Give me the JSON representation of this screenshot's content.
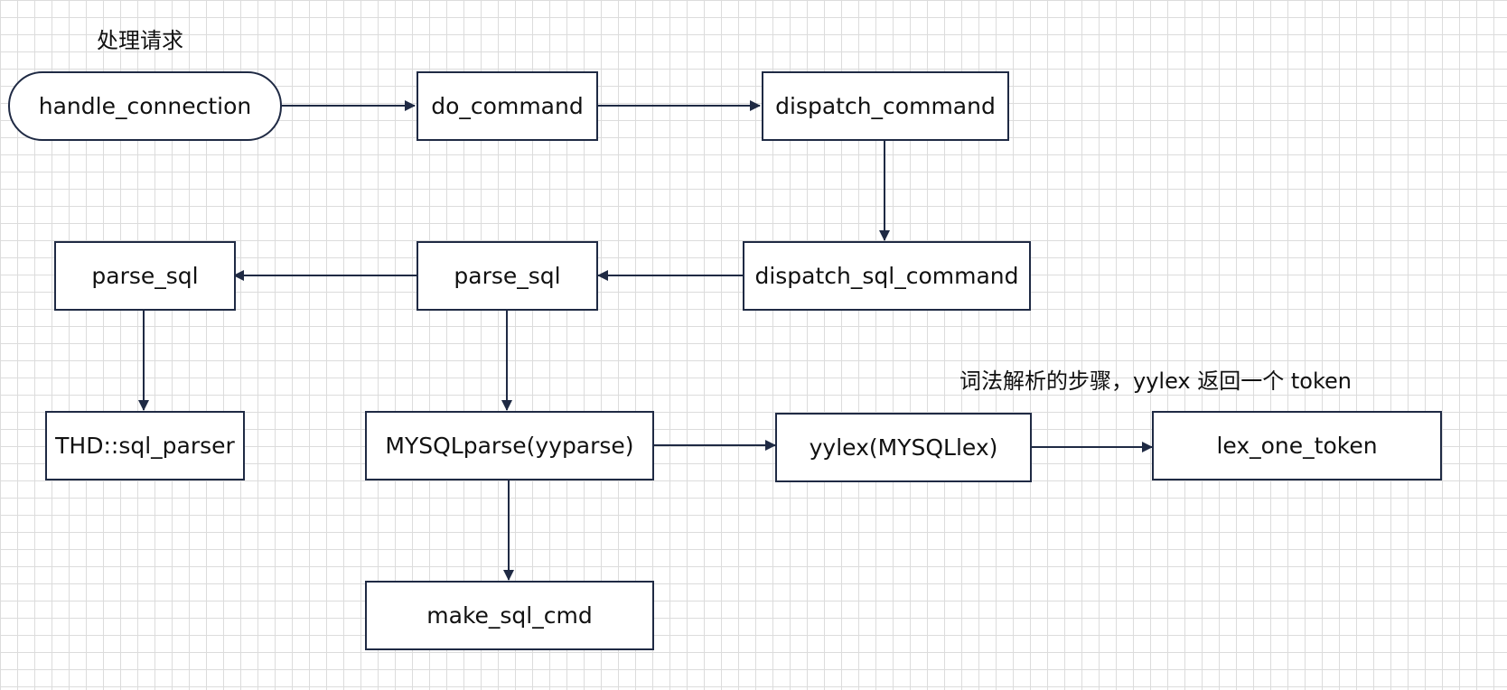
{
  "diagram": {
    "title": "处理请求",
    "annotation": "词法解析的步骤，yylex 返回一个 token",
    "nodes": {
      "handle_connection": "handle_connection",
      "do_command": "do_command",
      "dispatch_command": "dispatch_command",
      "dispatch_sql_command": "dispatch_sql_command",
      "parse_sql_mid": "parse_sql",
      "parse_sql_left": "parse_sql",
      "thd_sql_parser": "THD::sql_parser",
      "mysqlparse": "MYSQLparse(yyparse)",
      "yylex": "yylex(MYSQLlex)",
      "lex_one_token": "lex_one_token",
      "make_sql_cmd": "make_sql_cmd"
    },
    "edges": [
      {
        "from": "handle_connection",
        "to": "do_command"
      },
      {
        "from": "do_command",
        "to": "dispatch_command"
      },
      {
        "from": "dispatch_command",
        "to": "dispatch_sql_command"
      },
      {
        "from": "dispatch_sql_command",
        "to": "parse_sql_mid"
      },
      {
        "from": "parse_sql_mid",
        "to": "parse_sql_left"
      },
      {
        "from": "parse_sql_left",
        "to": "thd_sql_parser"
      },
      {
        "from": "parse_sql_mid",
        "to": "mysqlparse"
      },
      {
        "from": "mysqlparse",
        "to": "yylex"
      },
      {
        "from": "yylex",
        "to": "lex_one_token"
      },
      {
        "from": "mysqlparse",
        "to": "make_sql_cmd"
      }
    ],
    "colors": {
      "stroke": "#1f2a44",
      "grid": "#dcdcdc",
      "text": "#111111"
    }
  }
}
